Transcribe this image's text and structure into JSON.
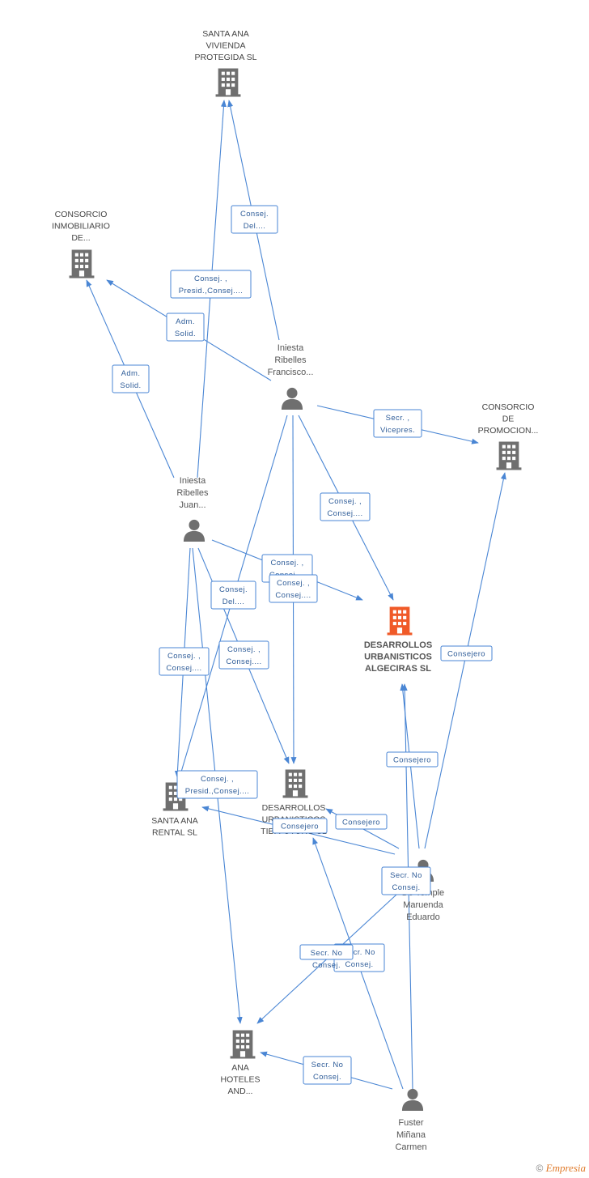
{
  "colors": {
    "edge": "#4a86d4",
    "company": "#6f6f6f",
    "focus": "#f05a28",
    "person": "#6f6f6f"
  },
  "nodes": [
    {
      "id": "santa-ana-vivienda",
      "type": "company",
      "label": [
        "SANTA ANA",
        "VIVIENDA",
        "PROTEGIDA SL"
      ]
    },
    {
      "id": "consorcio-inmobiliario",
      "type": "company",
      "label": [
        "CONSORCIO",
        "INMOBILIARIO",
        "DE..."
      ]
    },
    {
      "id": "iniesta-francisco",
      "type": "person",
      "label": [
        "Iniesta",
        "Ribelles",
        "Francisco..."
      ]
    },
    {
      "id": "consorcio-promocion",
      "type": "company",
      "label": [
        "CONSORCIO",
        "DE",
        "PROMOCION..."
      ]
    },
    {
      "id": "iniesta-juan",
      "type": "person",
      "label": [
        "Iniesta",
        "Ribelles",
        "Juan..."
      ]
    },
    {
      "id": "desarrollos-algeciras",
      "type": "focus",
      "label": [
        "DESARROLLOS",
        "URBANISTICOS",
        "ALGECIRAS SL"
      ]
    },
    {
      "id": "santa-ana-rental",
      "type": "company",
      "label": [
        "SANTA ANA",
        "RENTAL SL"
      ]
    },
    {
      "id": "desarrollos-tibi",
      "type": "company",
      "label": [
        "DESARROLLOS",
        "URBANISTICOS",
        "TIBI FUTURO SL"
      ]
    },
    {
      "id": "de-temple",
      "type": "person",
      "label": [
        "De Temple",
        "Maruenda",
        "Eduardo"
      ]
    },
    {
      "id": "ana-hoteles",
      "type": "company",
      "label": [
        "ANA",
        "HOTELES",
        "AND..."
      ]
    },
    {
      "id": "fuster-carmen",
      "type": "person",
      "label": [
        "Fuster",
        "Miñana",
        "Carmen"
      ]
    }
  ],
  "edges": [
    {
      "from": "iniesta-francisco",
      "to": "santa-ana-vivienda",
      "label": [
        "Consej.",
        "Del...."
      ]
    },
    {
      "from": "iniesta-juan",
      "to": "santa-ana-vivienda",
      "label": [
        "Consej. ,",
        "Presid.,Consej...."
      ]
    },
    {
      "from": "iniesta-francisco",
      "to": "consorcio-inmobiliario",
      "label": [
        "Adm.",
        "Solid."
      ]
    },
    {
      "from": "iniesta-juan",
      "to": "consorcio-inmobiliario",
      "label": [
        "Adm.",
        "Solid."
      ]
    },
    {
      "from": "iniesta-francisco",
      "to": "consorcio-promocion",
      "label": [
        "Secr. ,",
        "Vicepres."
      ]
    },
    {
      "from": "iniesta-francisco",
      "to": "desarrollos-algeciras",
      "label": [
        "Consej. ,",
        "Consej...."
      ]
    },
    {
      "from": "iniesta-juan",
      "to": "desarrollos-algeciras",
      "label": [
        "Consej. ,",
        "Consej...."
      ]
    },
    {
      "from": "iniesta-francisco",
      "to": "desarrollos-tibi",
      "label": [
        "Consej. ,",
        "Consej...."
      ]
    },
    {
      "from": "iniesta-francisco",
      "to": "santa-ana-rental",
      "label": [
        "Consej.",
        "Del...."
      ]
    },
    {
      "from": "iniesta-juan",
      "to": "desarrollos-tibi",
      "label": [
        "Consej. ,",
        "Consej...."
      ]
    },
    {
      "from": "iniesta-juan",
      "to": "santa-ana-rental",
      "label": [
        "Consej. ,",
        "Consej...."
      ]
    },
    {
      "from": "iniesta-juan",
      "to": "ana-hoteles",
      "label": [
        "Consej. ,",
        "Presid.,Consej...."
      ]
    },
    {
      "from": "de-temple",
      "to": "consorcio-promocion",
      "label": [
        "Consejero"
      ]
    },
    {
      "from": "de-temple",
      "to": "desarrollos-algeciras",
      "label": [
        "Consejero"
      ]
    },
    {
      "from": "de-temple",
      "to": "desarrollos-tibi",
      "label": [
        "Consejero"
      ]
    },
    {
      "from": "de-temple",
      "to": "santa-ana-rental",
      "label": [
        "Consejero"
      ]
    },
    {
      "from": "de-temple",
      "to": "ana-hoteles",
      "label": [
        "Secr. No",
        "Consej."
      ]
    },
    {
      "from": "fuster-carmen",
      "to": "desarrollos-algeciras",
      "label": [
        "Secr. No",
        "Consej."
      ]
    },
    {
      "from": "fuster-carmen",
      "to": "desarrollos-tibi",
      "label": [
        "Secr. No",
        "Consej."
      ]
    },
    {
      "from": "fuster-carmen",
      "to": "ana-hoteles",
      "label": [
        "Secr. No",
        "Consej."
      ]
    }
  ],
  "footer": {
    "copyright": "©",
    "brand": "Empresia"
  }
}
